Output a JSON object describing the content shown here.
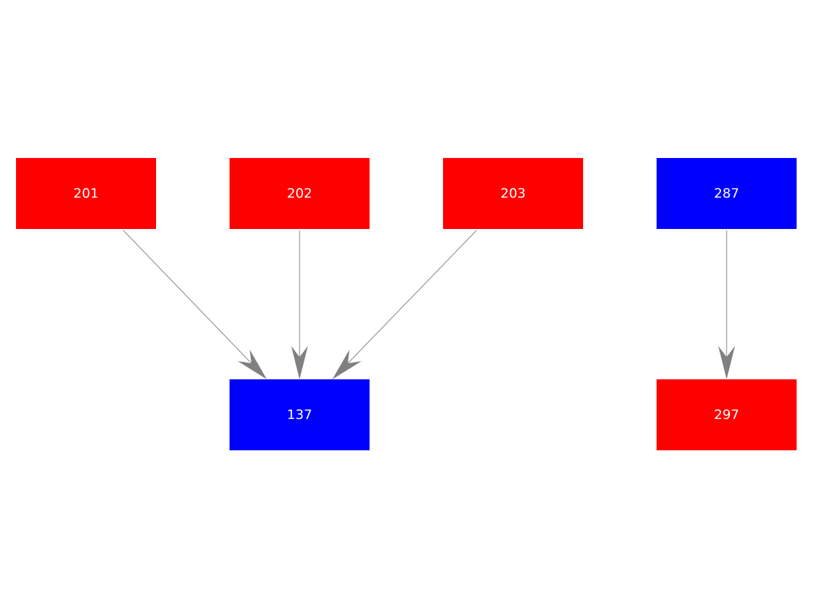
{
  "colors": {
    "red": "#ff0000",
    "blue": "#0000ff",
    "edge": "#808080",
    "label": "#ffffff"
  },
  "nodes": [
    {
      "id": "201",
      "label": "201",
      "color": "red"
    },
    {
      "id": "202",
      "label": "202",
      "color": "red"
    },
    {
      "id": "203",
      "label": "203",
      "color": "red"
    },
    {
      "id": "287",
      "label": "287",
      "color": "blue"
    },
    {
      "id": "137",
      "label": "137",
      "color": "blue"
    },
    {
      "id": "297",
      "label": "297",
      "color": "red"
    }
  ],
  "edges": [
    {
      "from": "201",
      "to": "137"
    },
    {
      "from": "202",
      "to": "137"
    },
    {
      "from": "203",
      "to": "137"
    },
    {
      "from": "287",
      "to": "297"
    }
  ]
}
